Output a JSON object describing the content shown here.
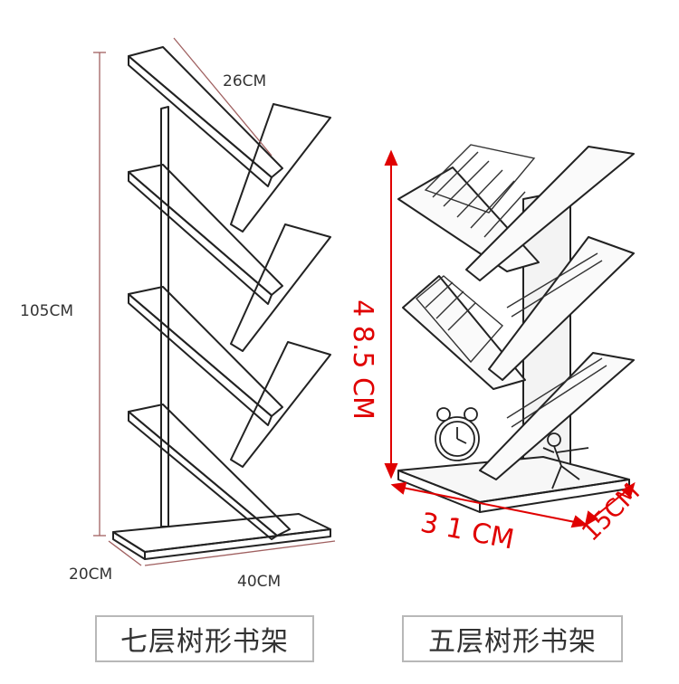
{
  "left_shelf": {
    "width_label": "40CM",
    "depth_label": "20CM",
    "height_label": "105CM",
    "shelf_label": "26CM",
    "caption": "七层树形书架"
  },
  "right_shelf": {
    "height_label": "4 8.5 CM",
    "width_label": "3 1 CM",
    "depth_label": "15CM",
    "caption": "五层树形书架"
  },
  "colors": {
    "dimension_red": "#e00000",
    "dim_line": "#a06060",
    "sketch": "#222222",
    "caption_border": "#b8b8b8"
  }
}
